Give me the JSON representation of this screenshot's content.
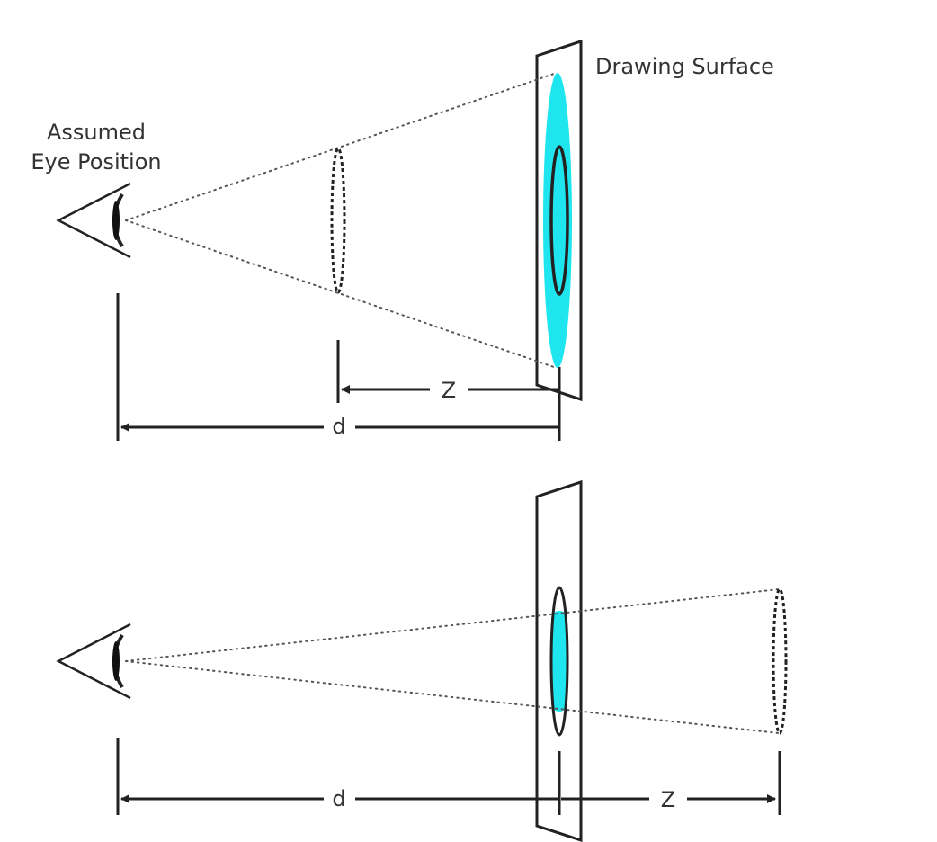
{
  "labels": {
    "drawing_surface": "Drawing Surface",
    "assumed_eye_line1": "Assumed",
    "assumed_eye_line2": "Eye Position",
    "top_z": "Z",
    "top_d": "d",
    "bottom_d": "d",
    "bottom_z": "Z"
  },
  "colors": {
    "projection_fill": "#1fe6ee",
    "line": "#222222",
    "text": "#333333"
  },
  "icons": {
    "eye": "eye-icon"
  }
}
